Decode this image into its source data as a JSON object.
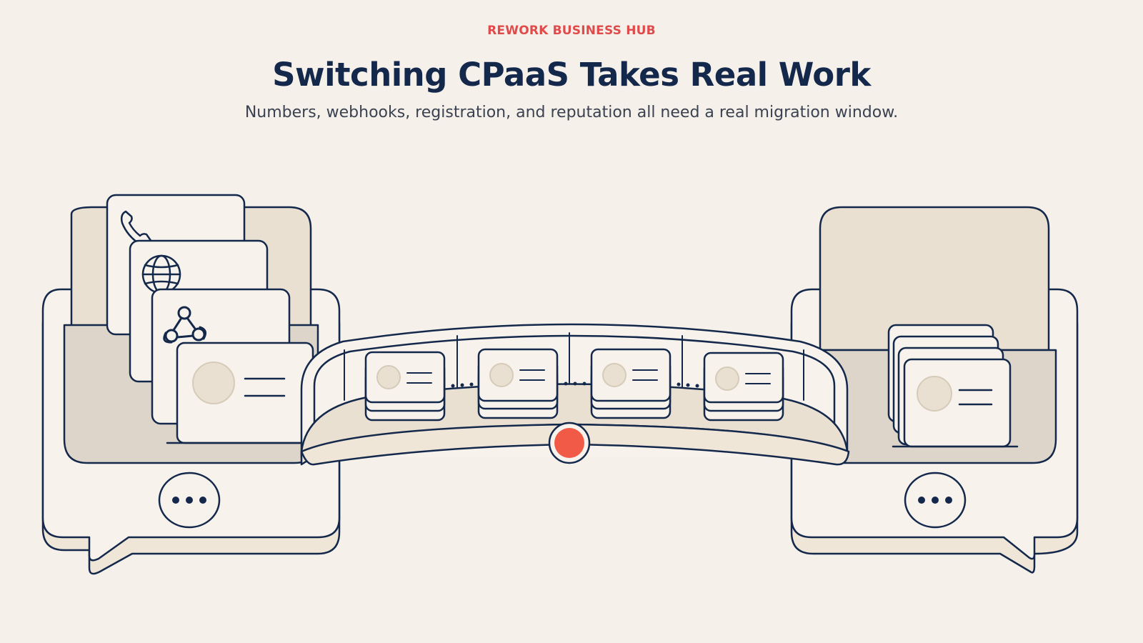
{
  "header": {
    "eyebrow": "REWORK BUSINESS HUB",
    "title": "Switching CPaaS Takes Real Work",
    "subtitle": "Numbers, webhooks, registration, and reputation all need a real migration window."
  },
  "colors": {
    "ink": "#14284b",
    "paper": "#f5f1ea",
    "card": "#f7f3ec",
    "tan": "#e9e0d2",
    "tan_dark": "#ddd5c9",
    "accent": "#f15a47"
  },
  "illustration": {
    "source_bubble": {
      "stack_icons": [
        "phone-icon",
        "globe-icon",
        "webhook-icon",
        "profile-card-icon"
      ],
      "menu_icon": "ellipsis-icon"
    },
    "conveyor": {
      "cards": 4,
      "status_dot_color": "#f15a47"
    },
    "destination_bubble": {
      "stack_icons": [
        "profile-card-icon"
      ],
      "menu_icon": "ellipsis-icon"
    }
  }
}
